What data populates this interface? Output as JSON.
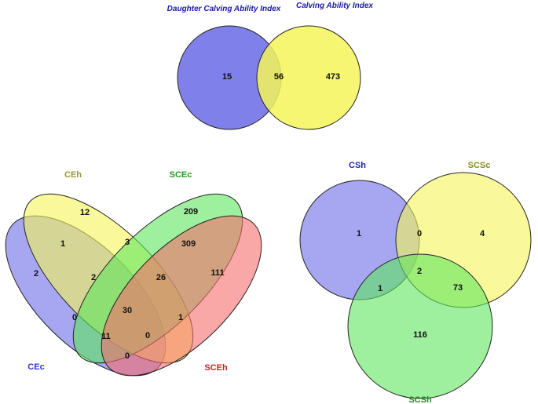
{
  "diagrams": {
    "top": {
      "sets": {
        "a": {
          "label": "Daughter Calving Ability Index",
          "color": "#1a1aa0"
        },
        "b": {
          "label": "Calving Ability Index",
          "color": "#1a1aa0"
        }
      },
      "counts": {
        "a_only": "15",
        "ab": "56",
        "b_only": "473"
      }
    },
    "left": {
      "sets": {
        "cec": {
          "label": "CEc",
          "color": "#3333cc"
        },
        "ceh": {
          "label": "CEh",
          "color": "#999933"
        },
        "scec": {
          "label": "SCEc",
          "color": "#229922"
        },
        "sceh": {
          "label": "SCEh",
          "color": "#cc2222"
        }
      },
      "counts": {
        "ceh_only": "12",
        "scec_only": "209",
        "cec_only": "2",
        "sceh_only": "111",
        "ceh_cec": "1",
        "ceh_scec": "3",
        "scec_sceh": "309",
        "cec_ceh_scec": "2",
        "ceh_scec_sceh": "26",
        "all": "30",
        "cec_scec": "0",
        "scec_sceh_inner": "1",
        "cec_scec_sceh": "11",
        "ceh_sceh": "0",
        "cec_sceh": "0"
      }
    },
    "right": {
      "sets": {
        "csh": {
          "label": "CSh",
          "color": "#2222aa"
        },
        "scsc": {
          "label": "SCSc",
          "color": "#888822"
        },
        "scsh": {
          "label": "SCSh",
          "color": "#228822"
        }
      },
      "counts": {
        "csh_only": "1",
        "csh_scsc": "0",
        "scsc_only": "4",
        "csh_scsh": "1",
        "all": "2",
        "scsc_scsh": "73",
        "scsh_only": "116"
      }
    }
  },
  "colors": {
    "blue": "#6a6ae8",
    "yellow": "#f5f55a",
    "green": "#5ee65e",
    "red": "#f56c6c",
    "outline": "#222222"
  }
}
